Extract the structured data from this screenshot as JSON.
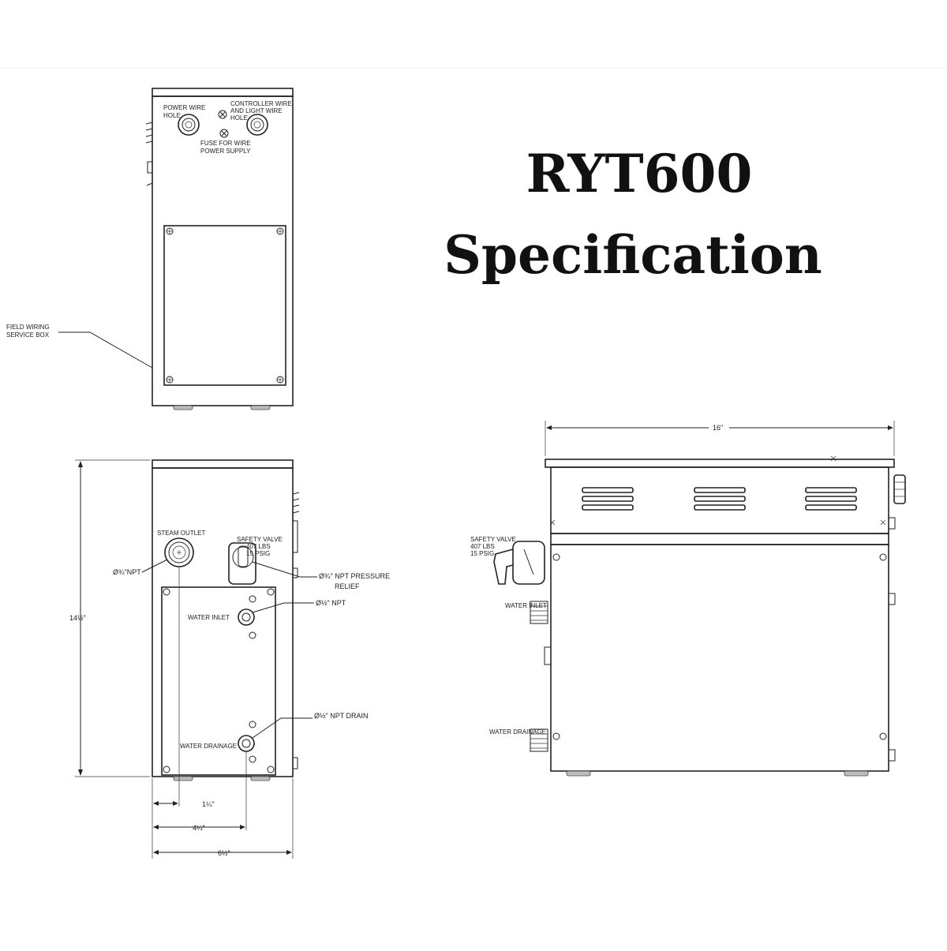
{
  "title": {
    "line1": "RYT600",
    "line2": "Specification"
  },
  "top_view": {
    "power_wire_label_1": "POWER WIRE",
    "power_wire_label_2": "HOLE",
    "controller_wire_label_1": "CONTROLLER WIRE",
    "controller_wire_label_2": "AND LIGHT WIRE",
    "controller_wire_label_3": "HOLE",
    "fuse_label_1": "FUSE FOR WIRE",
    "fuse_label_2": "POWER SUPPLY",
    "field_wiring_label_1": "FIELD WIRING",
    "field_wiring_label_2": "SERVICE BOX"
  },
  "front_view": {
    "steam_outlet_label": "STEAM OUTLET",
    "steam_outlet_size": "Ø¾\"NPT",
    "safety_valve_label_1": "SAFETY VALVE",
    "safety_valve_label_2": "407 LBS",
    "safety_valve_label_3": "15 PSIG",
    "pressure_relief_label_1": "Ø¾\" NPT PRESSURE",
    "pressure_relief_label_2": "RELIEF",
    "water_inlet_label": "WATER INLET",
    "water_inlet_size": "Ø½\" NPT",
    "drain_size": "Ø½\" NPT DRAIN",
    "water_drainage_label": "WATER DRAINAGE",
    "height_dim": "14½\"",
    "dim_outlet_offset": "1¼\"",
    "dim_drain_offset": "4¼\"",
    "dim_width": "6½\""
  },
  "side_view": {
    "length_dim": "16\"",
    "safety_valve_label_1": "SAFETY VALVE",
    "safety_valve_label_2": "407 LBS",
    "safety_valve_label_3": "15 PSIG",
    "water_inlet_label": "WATER INLET",
    "water_drainage_label": "WATER DRAINAGE"
  },
  "colors": {
    "line": "#222222",
    "background": "#ffffff",
    "title": "#111111"
  }
}
